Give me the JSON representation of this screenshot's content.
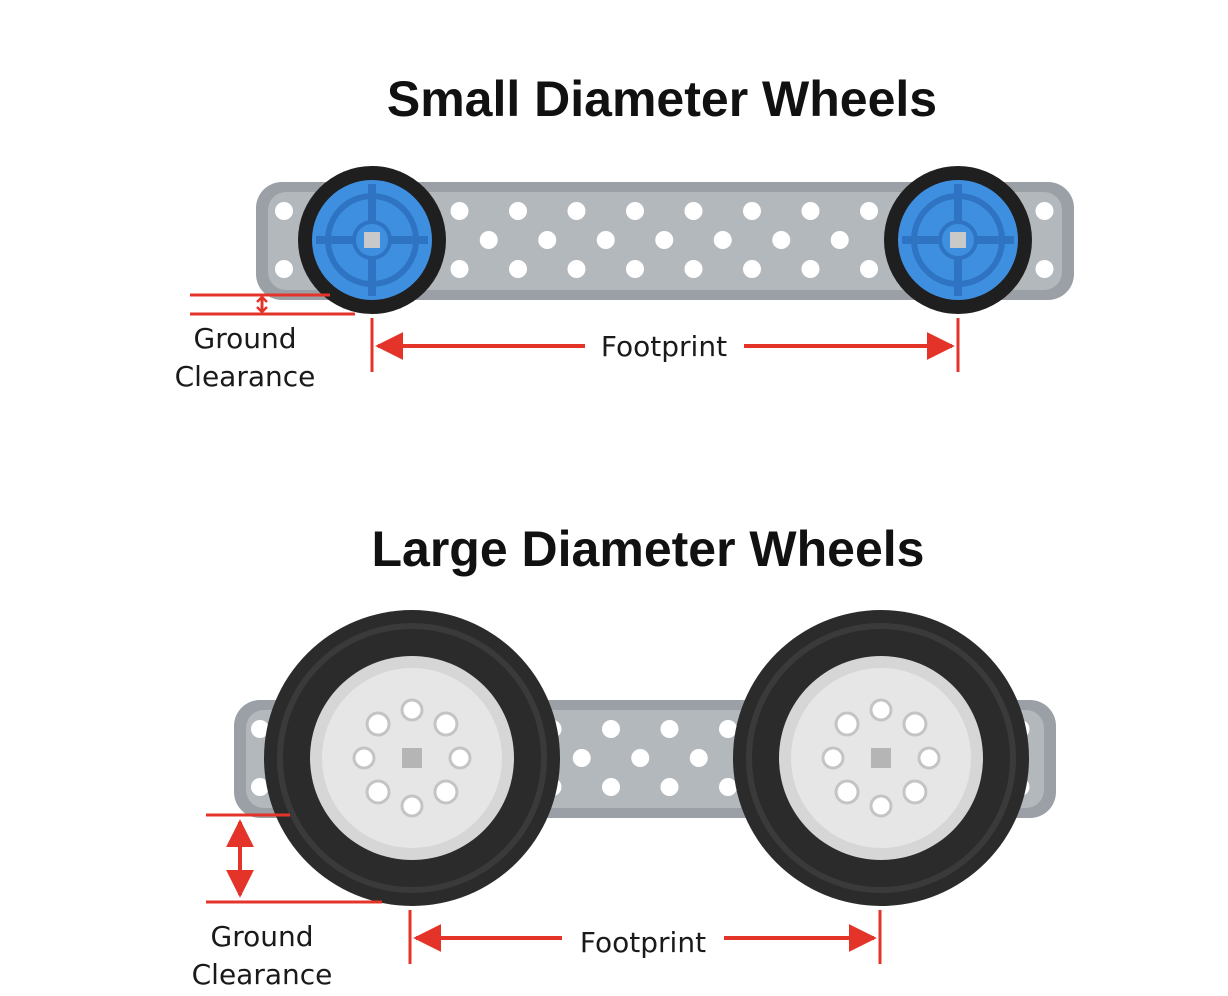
{
  "panels": [
    {
      "title": "Small Diameter Wheels",
      "ground_clearance_label": [
        "Ground",
        "Clearance"
      ],
      "footprint_label": "Footprint"
    },
    {
      "title": "Large Diameter Wheels",
      "ground_clearance_label": [
        "Ground",
        "Clearance"
      ],
      "footprint_label": "Footprint"
    }
  ],
  "colors": {
    "background": "#ffffff",
    "dimension_lines": "#e4342a",
    "beam_gray": "#9aa0a6",
    "small_wheel_hub": "#3f8fe0",
    "tire": "#2b2b2b",
    "large_wheel_hub": "#e2e2e2"
  },
  "icons": [
    "structure-beam-icon",
    "small-blue-wheel-icon",
    "large-tire-wheel-icon",
    "dimension-arrow-icon"
  ]
}
